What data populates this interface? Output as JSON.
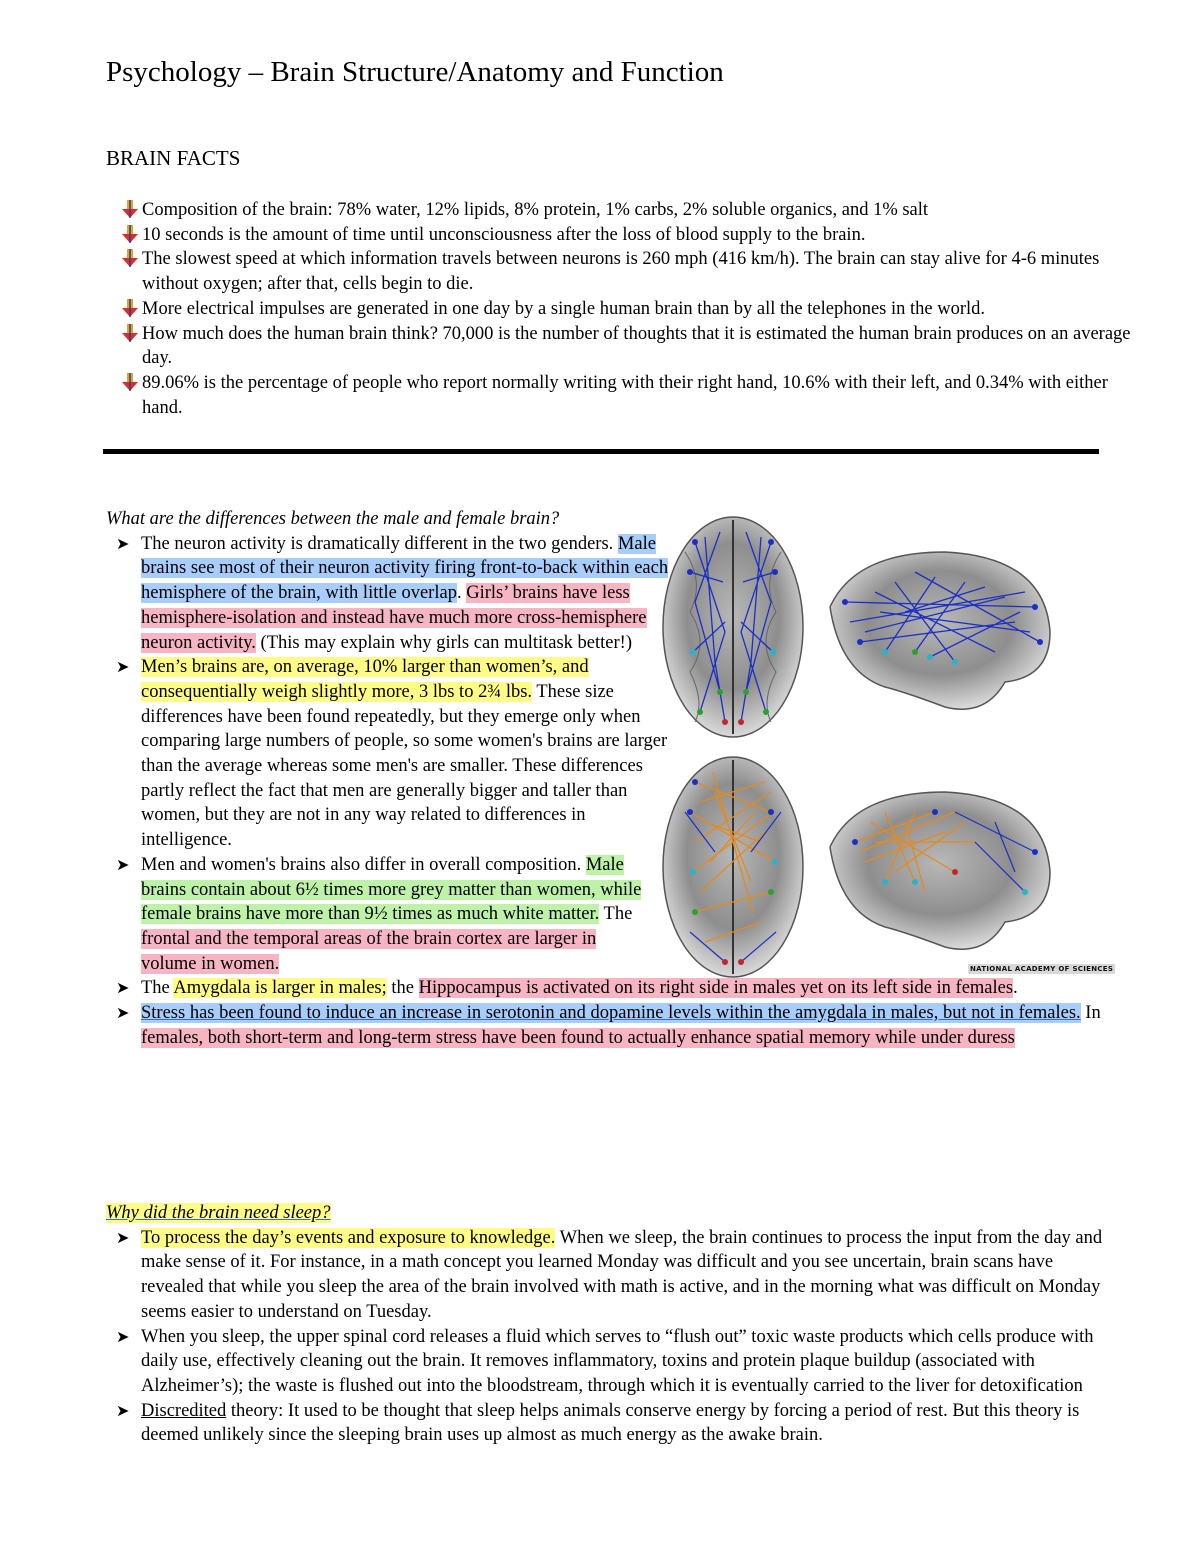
{
  "title": "Psychology – Brain Structure/Anatomy and Function",
  "facts_heading": "BRAIN FACTS",
  "facts": [
    "Composition of the brain: 78% water, 12% lipids, 8% protein, 1% carbs, 2% soluble organics, and 1% salt",
    "10 seconds is the amount of time until unconsciousness after the loss of blood supply to the brain.",
    "The slowest speed at which information travels between neurons is 260 mph (416 km/h). The brain can stay alive for 4-6 minutes without oxygen; after that, cells begin to die.",
    "More electrical impulses are generated in one day by a single human brain than by all the telephones in the world.",
    "How much does the human brain think?  70,000 is the number of thoughts that it is estimated the human brain produces on an average day.",
    "89.06% is the percentage of people who report normally writing with their right hand, 10.6% with their left, and 0.34% with either hand."
  ],
  "differences": {
    "question": "What are the differences between the male and female brain?",
    "b1": {
      "p1": "The neuron activity is dramatically different in the two genders.  ",
      "blue": "Male brains see most of their neuron activity firing front-to-back within each hemisphere of the brain, with little overlap",
      "p2": ".  ",
      "pink": "Girls’ brains have less hemisphere-isolation and instead have much more cross-hemisphere neuron activity.",
      "p3": "  (This may explain why girls can multitask better!)"
    },
    "b2": {
      "yellow": "Men’s brains are, on average, 10% larger than women’s, and consequentially weigh slightly more, 3 lbs to 2¾ lbs.",
      "p1": " These size differences have been found repeatedly, but they emerge only when comparing large numbers of people, so some women's brains are larger than the average whereas some men's are smaller. These differences partly reflect the fact that men are generally bigger and taller than women, but they are not in any way related to differences in intelligence."
    },
    "b3": {
      "p1": "Men and women's brains also differ in overall composition. ",
      "green": "Male brains contain about 6½ times more grey matter than women, while female brains have more than 9½ times as much white matter.",
      "p2": "  The ",
      "pink": "frontal and the temporal areas of the brain cortex are larger in volume in women."
    },
    "b4": {
      "p1": "The ",
      "yellow": "Amygdala is larger in males;",
      "p2": " the ",
      "pink": "Hippocampus is activated on its right side in males yet on its left side in females",
      "p3": "."
    },
    "b5": {
      "blue": "Stress has been found to induce an increase in serotonin and dopamine levels within the amygdala in males, but not in females.",
      "p1": "  In ",
      "pink": "females, both short-term and long-term stress have been found to actually enhance spatial memory while under duress"
    }
  },
  "sleep": {
    "question": "Why did the brain need sleep?",
    "b1": {
      "yellow": "To process the day’s events and exposure to knowledge.",
      "p1": "  When we sleep, the brain continues to process the input from the day and make sense of it.  For instance, in a math concept you learned Monday was difficult and you see uncertain, brain scans have revealed that while you sleep the area of the brain involved with math is active, and in the morning what was difficult on Monday seems easier to understand on Tuesday."
    },
    "b2": "When you sleep, the upper spinal cord releases a fluid which serves to “flush out” toxic waste products which cells produce with daily use, effectively cleaning out the brain.  It removes inflammatory, toxins and protein plaque buildup (associated with Alzheimer’s); the waste is flushed out into the bloodstream, through which it is eventually carried to the liver for detoxification",
    "b3": {
      "underlined": "Discredited",
      "p1": " theory: It used to be thought that sleep helps animals conserve energy by forcing a period of rest.  But this theory is deemed unlikely since the sleeping brain uses up almost as much energy as the awake brain."
    }
  },
  "figure_credit": "NATIONAL ACADEMY OF SCIENCES",
  "colors": {
    "highlight_blue": "#a9cdfb",
    "highlight_pink": "#f7b4c3",
    "highlight_yellow": "#fefc86",
    "highlight_green": "#bdf2a8",
    "male_connections": "#1c2fc4",
    "female_connections": "#e48a1f"
  },
  "icons": {
    "fact_bullet": "down-arrow-icon",
    "list_bullet": "chevron-right-icon",
    "figure": "brain-connectivity-illustration"
  }
}
